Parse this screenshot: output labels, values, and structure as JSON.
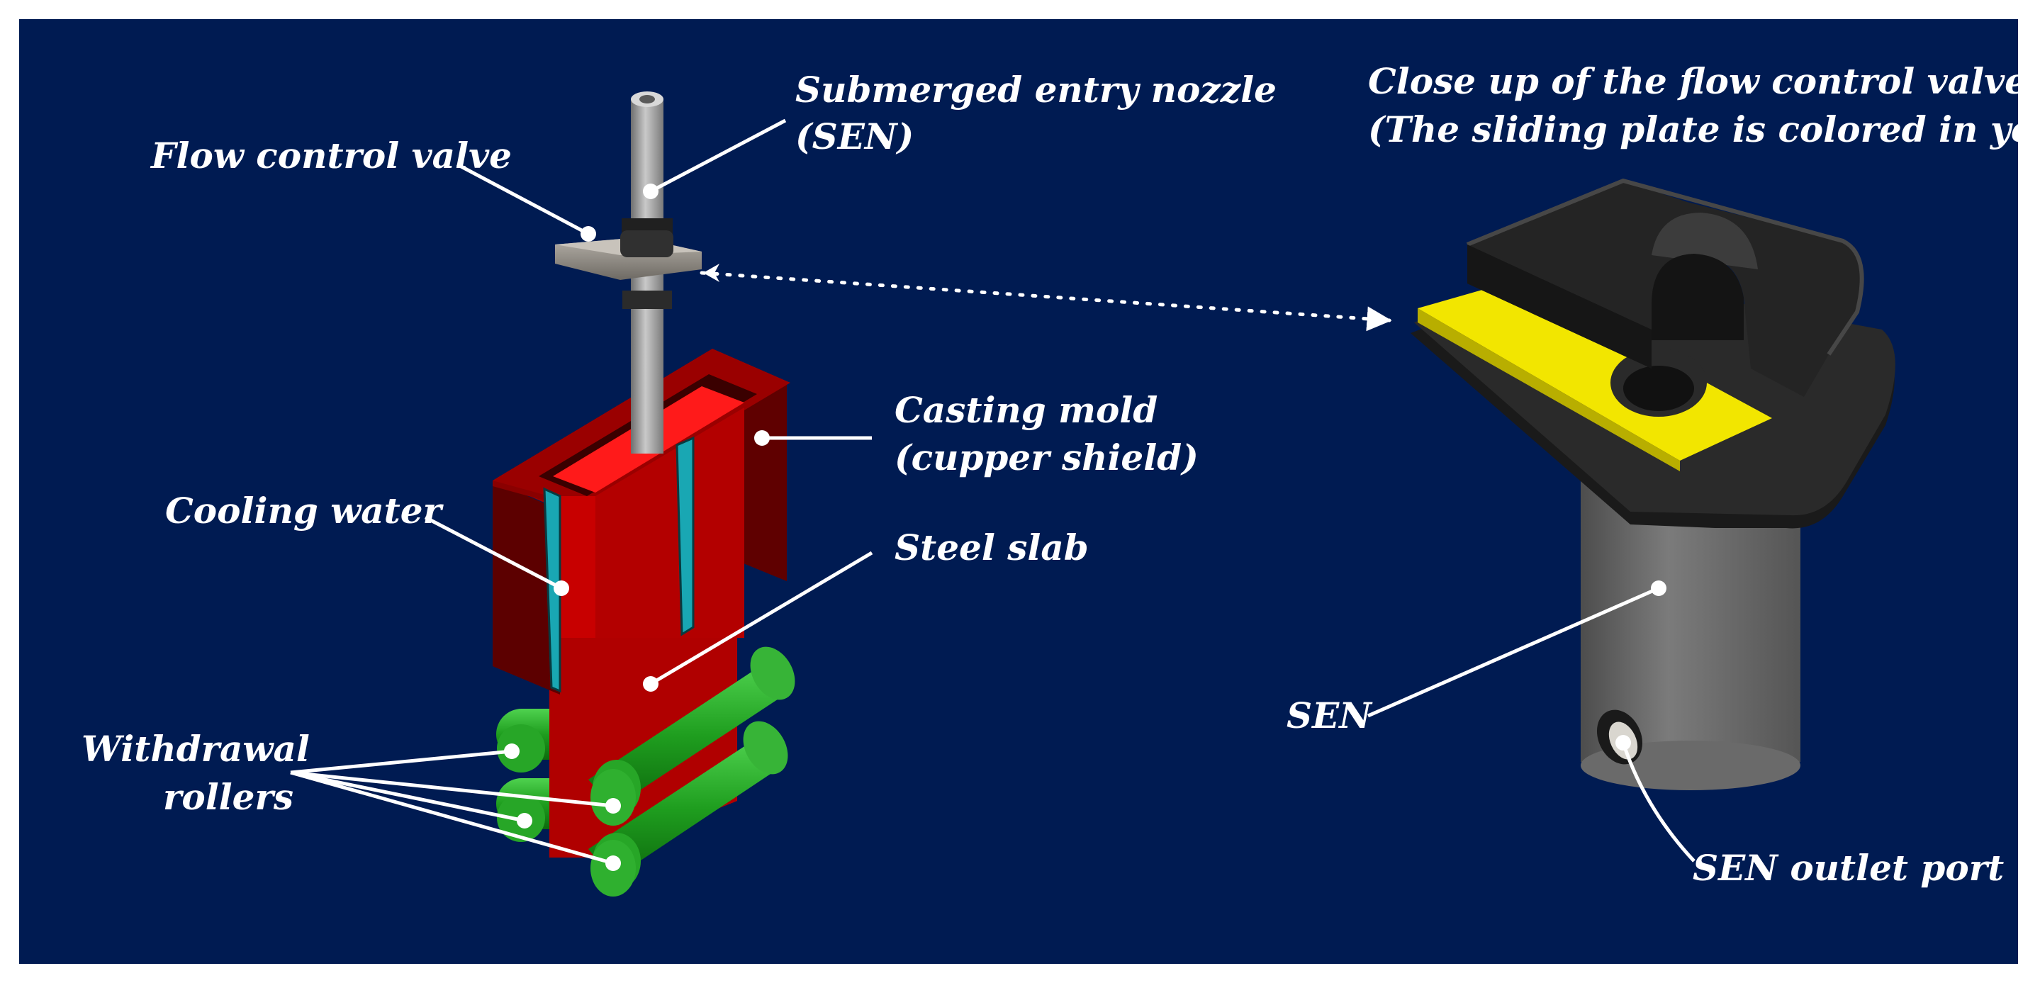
{
  "labels": {
    "sen_title_1": "Submerged entry nozzle",
    "sen_title_2": "(SEN)",
    "flow_control_valve": "Flow control valve",
    "closeup_title_1": "Close up of the flow control valve",
    "closeup_title_2": "(The sliding plate is colored in yellow)",
    "casting_mold_1": "Casting mold",
    "casting_mold_2": "(cupper shield)",
    "cooling_water": "Cooling water",
    "steel_slab": "Steel slab",
    "withdrawal_rollers_1": "Withdrawal",
    "withdrawal_rollers_2": "rollers",
    "sen": "SEN",
    "sen_outlet_port": "SEN outlet port"
  },
  "colors": {
    "background": "#001b52",
    "mold": "#b30000",
    "steel": "#ff1a1a",
    "cooling_water": "#19a7b3",
    "rollers": "#1f9e1f",
    "sliding_plate": "#f2e600",
    "valve_body": "#2a2a2a",
    "nozzle": "#9a9a9a"
  }
}
